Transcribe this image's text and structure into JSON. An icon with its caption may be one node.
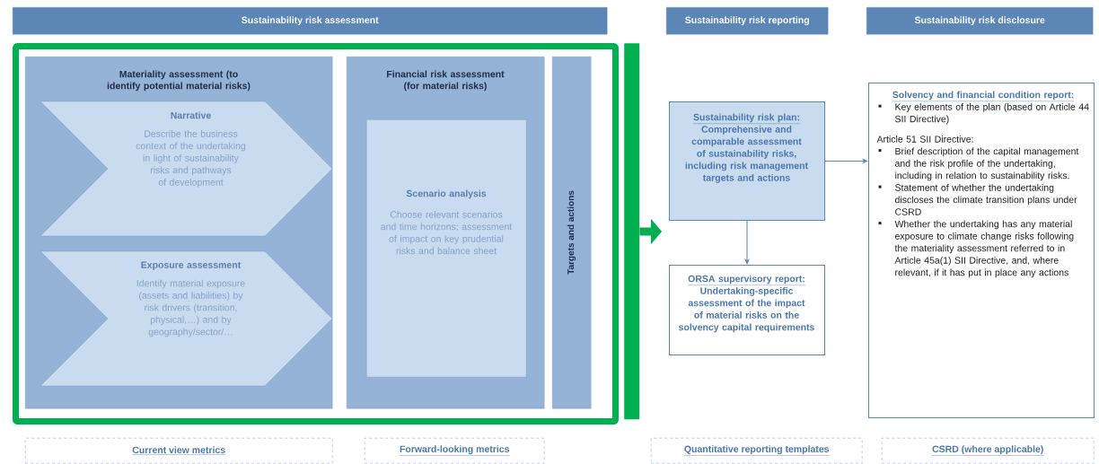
{
  "diagram": {
    "nodes": [
      {
        "text": [
          "Sustainability risk assessment"
        ]
      },
      {
        "text": [
          "Sustainability risk reporting"
        ]
      },
      {
        "text": [
          "Sustainability risk disclosure"
        ]
      },
      {
        "text": [],
        "shape": "box"
      },
      {
        "text": [
          "Materiality assessment (to identify potential material risks)"
        ],
        "in": 3
      },
      {
        "text": [
          "Narrative",
          "Describe the business context of the undertaking in light of sustainability risks and pathways of development"
        ],
        "in": 4
      },
      {
        "text": [
          "Exposure assessment",
          "Identify material exposure (assets and liabilities) by risk drivers (transition, physical,…) and by geography/sector/…"
        ],
        "in": 4
      },
      {
        "text": [
          "Financial risk assessment (for material risks)"
        ],
        "in": 3
      },
      {
        "text": [
          "Scenario analysis",
          "Choose relevant scenarios and time horizons; assessment of impact on key prudential risks and balance sheet"
        ],
        "in": 7
      },
      {
        "text": [
          "Targets and actions"
        ],
        "in": 3
      },
      {
        "text": [],
        "shape": "bar"
      },
      {
        "text": [
          "Sustainability risk plan:",
          "Comprehensive and comparable assessment of sustainability risks, including risk management targets and actions"
        ]
      },
      {
        "text": [
          "ORSA supervisory report:",
          "Undertaking-specific assessment of the impact of material risks on the solvency capital requirements"
        ]
      },
      {
        "text": [
          "Solvency and financial condition report:",
          "Key elements of the plan (based on Article 44 SII Directive)",
          "Article 51 SII Directive:",
          "Brief description of the capital management and the risk profile of the undertaking, including in relation to sustainability risks.",
          "Statement of whether the undertaking discloses the climate transition plans under CSRD",
          "Whether the undertaking has any material exposure to climate change risks following the materiality assessment referred to in Article 45a(1) SII Directive, and, where relevant, if it has put in place any actions"
        ]
      },
      {
        "text": [
          "Current view metrics"
        ]
      },
      {
        "text": [
          "Forward-looking metrics"
        ]
      },
      {
        "text": [
          "Quantitative reporting templates"
        ]
      },
      {
        "text": [
          "CSRD (where applicable)"
        ]
      }
    ],
    "edges": [
      {
        "from": 10,
        "to": 11,
        "arrow": "to",
        "style": "thick",
        "color": "#00b050"
      },
      {
        "from": 11,
        "to": 12,
        "arrow": "to"
      },
      {
        "from": 11,
        "to": 13,
        "arrow": "to"
      }
    ]
  }
}
